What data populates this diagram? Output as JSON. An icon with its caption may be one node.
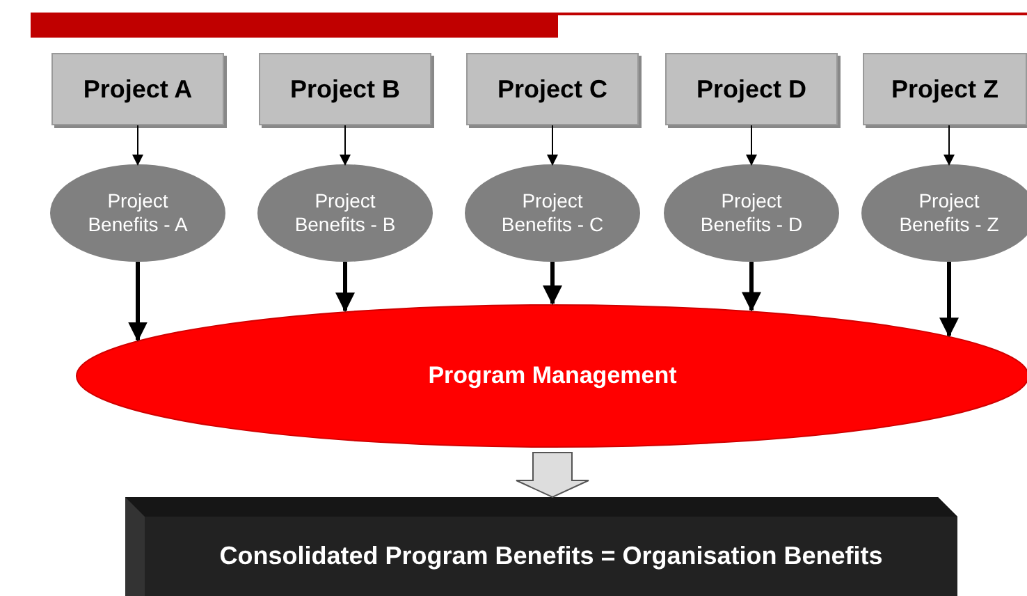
{
  "diagram": {
    "nodes": [
      {
        "text": [
          "Project A"
        ]
      },
      {
        "text": [
          "Project B"
        ]
      },
      {
        "text": [
          "Project C"
        ]
      },
      {
        "text": [
          "Project D"
        ]
      },
      {
        "text": [
          "Project Z"
        ]
      },
      {
        "text": [
          "Project Benefits - A"
        ]
      },
      {
        "text": [
          "Project Benefits - B"
        ]
      },
      {
        "text": [
          "Project Benefits - C"
        ]
      },
      {
        "text": [
          "Project Benefits - D"
        ]
      },
      {
        "text": [
          "Project Benefits - Z"
        ]
      },
      {
        "text": [
          "Program Management"
        ]
      },
      {
        "text": [
          "Consolidated Program Benefits = Organisation Benefits"
        ]
      }
    ],
    "edges": [
      {
        "from": 0,
        "to": 5,
        "arrow": "to"
      },
      {
        "from": 1,
        "to": 6,
        "arrow": "to"
      },
      {
        "from": 2,
        "to": 7,
        "arrow": "to"
      },
      {
        "from": 3,
        "to": 8,
        "arrow": "to"
      },
      {
        "from": 4,
        "to": 9,
        "arrow": "to"
      },
      {
        "from": 5,
        "to": 10,
        "arrow": "to",
        "style": "thick"
      },
      {
        "from": 6,
        "to": 10,
        "arrow": "to",
        "style": "thick"
      },
      {
        "from": 7,
        "to": 10,
        "arrow": "to",
        "style": "thick"
      },
      {
        "from": 8,
        "to": 10,
        "arrow": "to",
        "style": "thick"
      },
      {
        "from": 9,
        "to": 10,
        "arrow": "to",
        "style": "thick"
      },
      {
        "from": 10,
        "to": 11,
        "arrow": "to",
        "style": "thick",
        "color": "#dddddd"
      }
    ]
  }
}
